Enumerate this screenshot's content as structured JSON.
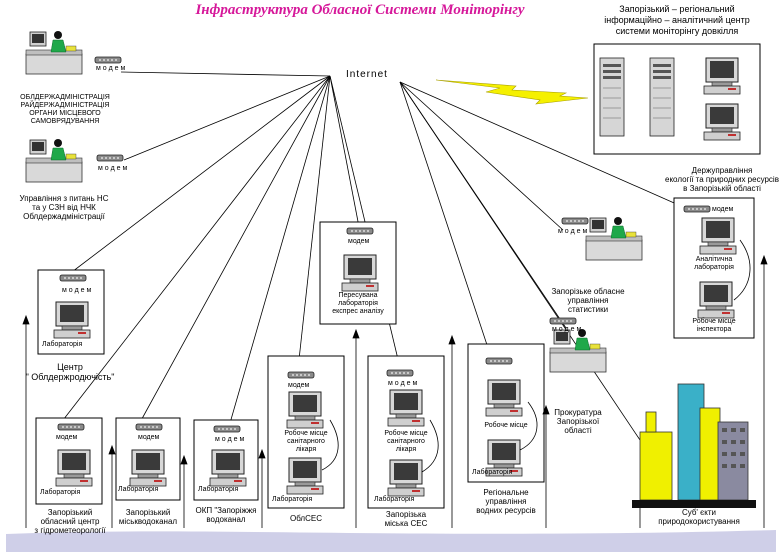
{
  "title": "Інфраструктура Обласної Системи Моніторінгу",
  "internet": "Internet",
  "colors": {
    "title": "#d6189a",
    "lightning": "#f5f000",
    "base": "#cfcfe8",
    "cyan": "#3ab0c8",
    "yellow": "#f0f000"
  },
  "center": {
    "line1": "Запорізький – регіональний",
    "line2": "інформаційно – аналітичний центр",
    "line3": "системи моніторінгу довкілля"
  },
  "modem": "м о д е м",
  "modem_short": "модем",
  "lab": "Лабораторія",
  "oda": {
    "line1": "ОБЛДЕРЖАДМІНІСТРАЦІЯ",
    "line2": "РАЙДЕРЖАДМІНІСТРАЦІЯ",
    "line3": "ОРГАНИ МІСЦЕВОГО",
    "line4": "САМОВРЯДУВАННЯ"
  },
  "ns": {
    "line1": "Управління з питань НС",
    "line2": "та у СЗН від НЧК",
    "line3": "Облдержадміністрації"
  },
  "ecology": {
    "line1": "Держуправління",
    "line2": "екології та природних ресурсів",
    "line3": "в Запорізькій області",
    "analytic1": "Аналітична",
    "analytic2": "лабораторія",
    "inspector1": "Робоче місце",
    "inspector2": "інспектора"
  },
  "stat": {
    "line1": "Запорізьке обласне",
    "line2": "управління",
    "line3": "статистики"
  },
  "mobile": {
    "line1": "Пересувана",
    "line2": "лабораторія",
    "line3": "експрес аналізу"
  },
  "standard": {
    "line1": "Центр",
    "line2": "\" Облдержродючість\""
  },
  "prosecutor": {
    "line1": "Прокуратура",
    "line2": "Запорізької",
    "line3": "області"
  },
  "water": {
    "workplace": "Робоче місце",
    "line1": "Регіональне",
    "line2": "управління",
    "line3": "водних ресурсів"
  },
  "obl_ses": {
    "wp1": "Робоче місце",
    "wp2": "санітарного",
    "wp3": "лікаря",
    "caption": "ОблСЕС"
  },
  "city_ses": {
    "wp1": "Робоче місце",
    "wp2": "санітарного",
    "wp3": "лікаря",
    "line1": "Запорізька",
    "line2": "міська СЕС"
  },
  "hydro": {
    "line1": "Запорізький",
    "line2": "обласний центр",
    "line3": "з гідрометеорології"
  },
  "vodokanal": {
    "line1": "Запорізький",
    "line2": "міськводоканал"
  },
  "okp": {
    "line1": "ОКП \"Запоріжжя",
    "line2": "водоканал"
  },
  "nature": {
    "line1": "Суб' єкти",
    "line2": "природокористування"
  }
}
